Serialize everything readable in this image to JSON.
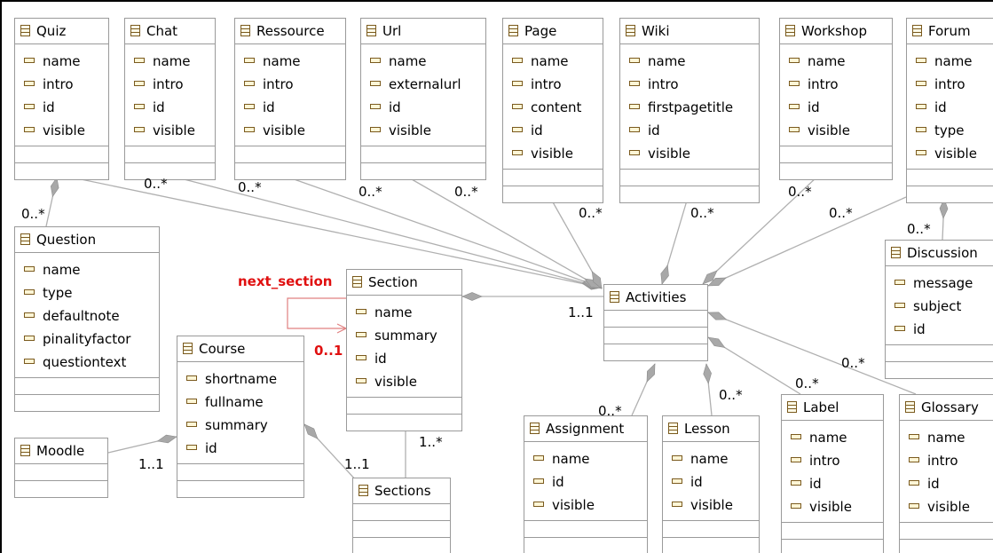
{
  "classes": {
    "quiz": {
      "name": "Quiz",
      "attributes": [
        "name",
        "intro",
        "id",
        "visible"
      ]
    },
    "chat": {
      "name": "Chat",
      "attributes": [
        "name",
        "intro",
        "id",
        "visible"
      ]
    },
    "ressource": {
      "name": "Ressource",
      "attributes": [
        "name",
        "intro",
        "id",
        "visible"
      ]
    },
    "url": {
      "name": "Url",
      "attributes": [
        "name",
        "externalurl",
        "id",
        "visible"
      ]
    },
    "page": {
      "name": "Page",
      "attributes": [
        "name",
        "intro",
        "content",
        "id",
        "visible"
      ]
    },
    "wiki": {
      "name": "Wiki",
      "attributes": [
        "name",
        "intro",
        "firstpagetitle",
        "id",
        "visible"
      ]
    },
    "workshop": {
      "name": "Workshop",
      "attributes": [
        "name",
        "intro",
        "id",
        "visible"
      ]
    },
    "forum": {
      "name": "Forum",
      "attributes": [
        "name",
        "intro",
        "id",
        "type",
        "visible"
      ]
    },
    "question": {
      "name": "Question",
      "attributes": [
        "name",
        "type",
        "defaultnote",
        "pinalityfactor",
        "questiontext"
      ]
    },
    "discussion": {
      "name": "Discussion",
      "attributes": [
        "message",
        "subject",
        "id"
      ]
    },
    "section": {
      "name": "Section",
      "attributes": [
        "name",
        "summary",
        "id",
        "visible"
      ]
    },
    "activities": {
      "name": "Activities",
      "attributes": []
    },
    "course": {
      "name": "Course",
      "attributes": [
        "shortname",
        "fullname",
        "summary",
        "id"
      ]
    },
    "moodle": {
      "name": "Moodle",
      "attributes": []
    },
    "sections": {
      "name": "Sections",
      "attributes": []
    },
    "assignment": {
      "name": "Assignment",
      "attributes": [
        "name",
        "id",
        "visible"
      ]
    },
    "lesson": {
      "name": "Lesson",
      "attributes": [
        "name",
        "id",
        "visible"
      ]
    },
    "label": {
      "name": "Label",
      "attributes": [
        "name",
        "intro",
        "id",
        "visible"
      ]
    },
    "glossary": {
      "name": "Glossary",
      "attributes": [
        "name",
        "intro",
        "id",
        "visible"
      ]
    }
  },
  "multiplicities": {
    "quiz_question": "0..*",
    "chat_activities": "0..*",
    "ressource_activities": "0..*",
    "url_activities_a": "0..*",
    "url_activities_b": "0..*",
    "page_activities": "0..*",
    "wiki_activities": "0..*",
    "workshop_activities": "0..*",
    "forum_activities": "0..*",
    "forum_discussion": "0..*",
    "section_activities": "1..1",
    "section_self": "0..1",
    "course_moodle": "1..1",
    "course_sections": "1..1",
    "section_sections": "1..*",
    "assignment_activities": "0..*",
    "lesson_activities": "0..*",
    "label_activities": "0..*",
    "glossary_activities": "0..*"
  },
  "self_association_label": "next_section",
  "colors": {
    "edge": "#b0b0b0",
    "diamond": "#a8a8a8",
    "highlight": "#e01010",
    "class_border": "#9a9a9a"
  }
}
